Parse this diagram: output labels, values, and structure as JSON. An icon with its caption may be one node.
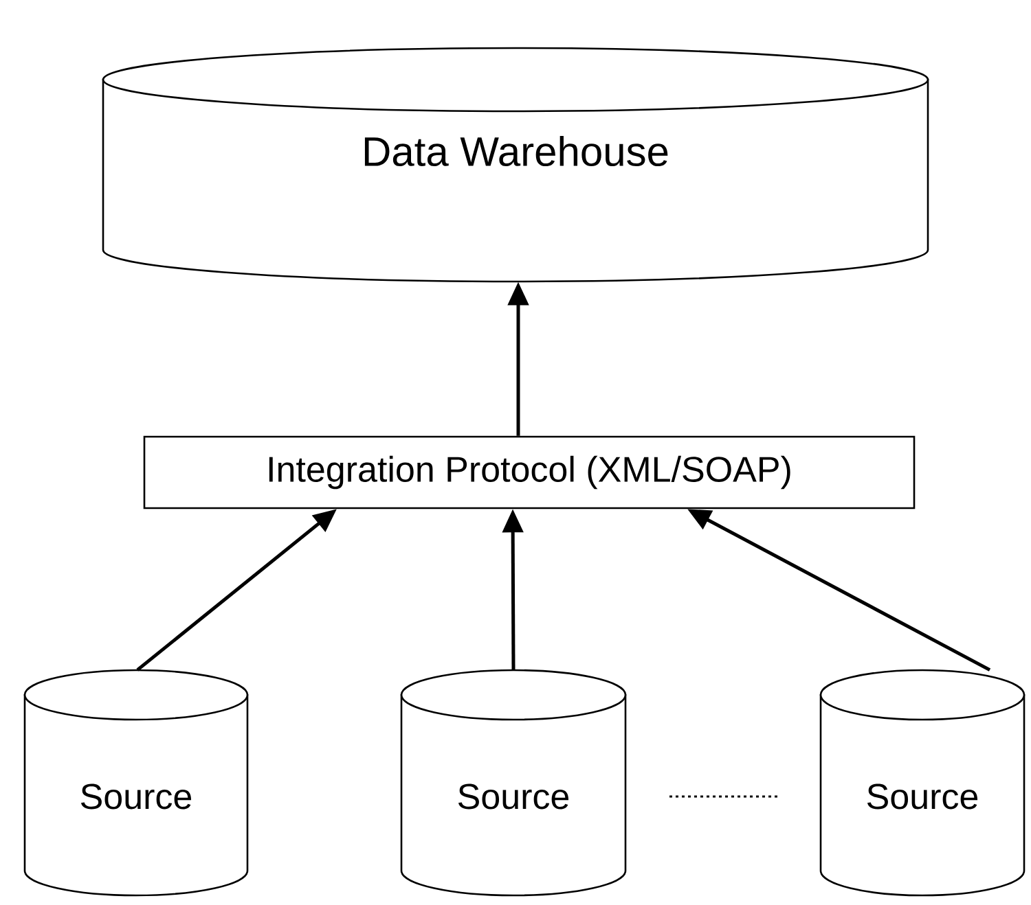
{
  "diagram": {
    "nodes": [
      {
        "text": [
          "Data Warehouse"
        ]
      },
      {
        "text": [
          "Integration Protocol (XML/SOAP)"
        ]
      },
      {
        "text": [
          "Source"
        ]
      },
      {
        "text": [
          "Source"
        ]
      },
      {
        "text": [
          "Source"
        ]
      }
    ],
    "edges": [
      {
        "from": 1,
        "to": 0,
        "arrow": "to"
      },
      {
        "from": 2,
        "to": 1,
        "arrow": "to"
      },
      {
        "from": 3,
        "to": 1,
        "arrow": "to"
      },
      {
        "from": 4,
        "to": 1,
        "arrow": "to"
      }
    ]
  }
}
